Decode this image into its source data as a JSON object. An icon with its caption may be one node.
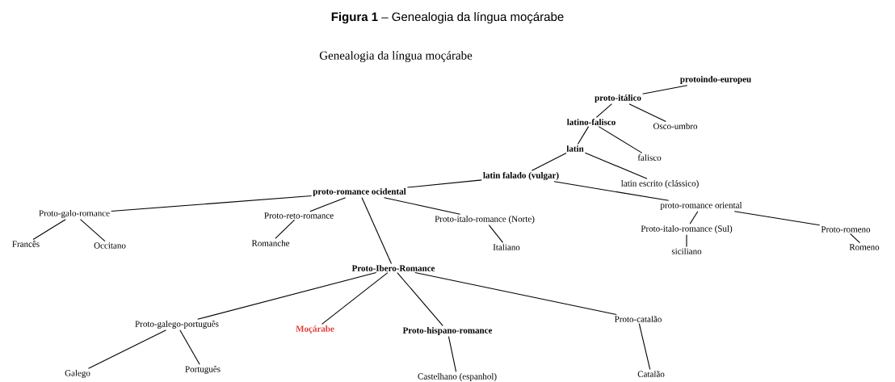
{
  "diagram": {
    "title": "**Figura 1** – Genealogia da língua moçárabe",
    "nodes": [
      {
        "text": [
          "protoindo-europeu"
        ]
      },
      {
        "text": [
          "proto-itálico"
        ]
      },
      {
        "text": [
          "latino-falisco"
        ]
      },
      {
        "text": [
          "Osco-umbro"
        ]
      },
      {
        "text": [
          "latin"
        ]
      },
      {
        "text": [
          "falisco"
        ]
      },
      {
        "text": [
          "latin falado (vulgar)"
        ]
      },
      {
        "text": [
          "latin escrito (clássico)"
        ]
      },
      {
        "text": [
          "proto-romance ocidental"
        ]
      },
      {
        "text": [
          "proto-romance oriental"
        ]
      },
      {
        "text": [
          "Proto-galo-romance"
        ]
      },
      {
        "text": [
          "Proto-reto-romance"
        ]
      },
      {
        "text": [
          "Proto-italo-romance (Norte)"
        ]
      },
      {
        "text": [
          "Proto-italo-romance (Sul)"
        ]
      },
      {
        "text": [
          "Proto-romeno"
        ]
      },
      {
        "text": [
          "Francês"
        ]
      },
      {
        "text": [
          "Occitano"
        ]
      },
      {
        "text": [
          "Romanche"
        ]
      },
      {
        "text": [
          "Italiano"
        ]
      },
      {
        "text": [
          "siciliano"
        ]
      },
      {
        "text": [
          "Romeno"
        ]
      },
      {
        "text": [
          "Proto-Ibero-Romance"
        ]
      },
      {
        "text": [
          "Proto-galego-português"
        ]
      },
      {
        "text": [
          "Moçárabe"
        ]
      },
      {
        "text": [
          "Proto-hispano-romance"
        ]
      },
      {
        "text": [
          "Proto-catalão"
        ]
      },
      {
        "text": [
          "Galego"
        ]
      },
      {
        "text": [
          "Português"
        ]
      },
      {
        "text": [
          "Castelhano (espanhol)"
        ]
      },
      {
        "text": [
          "Catalão"
        ]
      }
    ],
    "edges": [
      {
        "from": 0,
        "to": 1,
        "arrow": "none"
      },
      {
        "from": 1,
        "to": 2,
        "arrow": "none"
      },
      {
        "from": 1,
        "to": 3,
        "arrow": "none"
      },
      {
        "from": 2,
        "to": 4,
        "arrow": "none"
      },
      {
        "from": 2,
        "to": 5,
        "arrow": "none"
      },
      {
        "from": 4,
        "to": 6,
        "arrow": "none"
      },
      {
        "from": 4,
        "to": 7,
        "arrow": "none"
      },
      {
        "from": 6,
        "to": 8,
        "arrow": "none"
      },
      {
        "from": 6,
        "to": 9,
        "arrow": "none"
      },
      {
        "from": 8,
        "to": 10,
        "arrow": "none"
      },
      {
        "from": 8,
        "to": 11,
        "arrow": "none"
      },
      {
        "from": 8,
        "to": 12,
        "arrow": "none"
      },
      {
        "from": 8,
        "to": 21,
        "arrow": "none"
      },
      {
        "from": 9,
        "to": 13,
        "arrow": "none"
      },
      {
        "from": 9,
        "to": 14,
        "arrow": "none"
      },
      {
        "from": 10,
        "to": 15,
        "arrow": "none"
      },
      {
        "from": 10,
        "to": 16,
        "arrow": "none"
      },
      {
        "from": 11,
        "to": 17,
        "arrow": "none"
      },
      {
        "from": 12,
        "to": 18,
        "arrow": "none"
      },
      {
        "from": 13,
        "to": 19,
        "arrow": "none"
      },
      {
        "from": 14,
        "to": 20,
        "arrow": "none"
      },
      {
        "from": 21,
        "to": 22,
        "arrow": "none"
      },
      {
        "from": 21,
        "to": 23,
        "arrow": "none"
      },
      {
        "from": 21,
        "to": 24,
        "arrow": "none"
      },
      {
        "from": 21,
        "to": 25,
        "arrow": "none"
      },
      {
        "from": 22,
        "to": 26,
        "arrow": "none"
      },
      {
        "from": 22,
        "to": 27,
        "arrow": "none"
      },
      {
        "from": 24,
        "to": 28,
        "arrow": "none"
      },
      {
        "from": 25,
        "to": 29,
        "arrow": "none"
      }
    ],
    "labels": [
      "Genealogia da língua moçárabe"
    ]
  }
}
